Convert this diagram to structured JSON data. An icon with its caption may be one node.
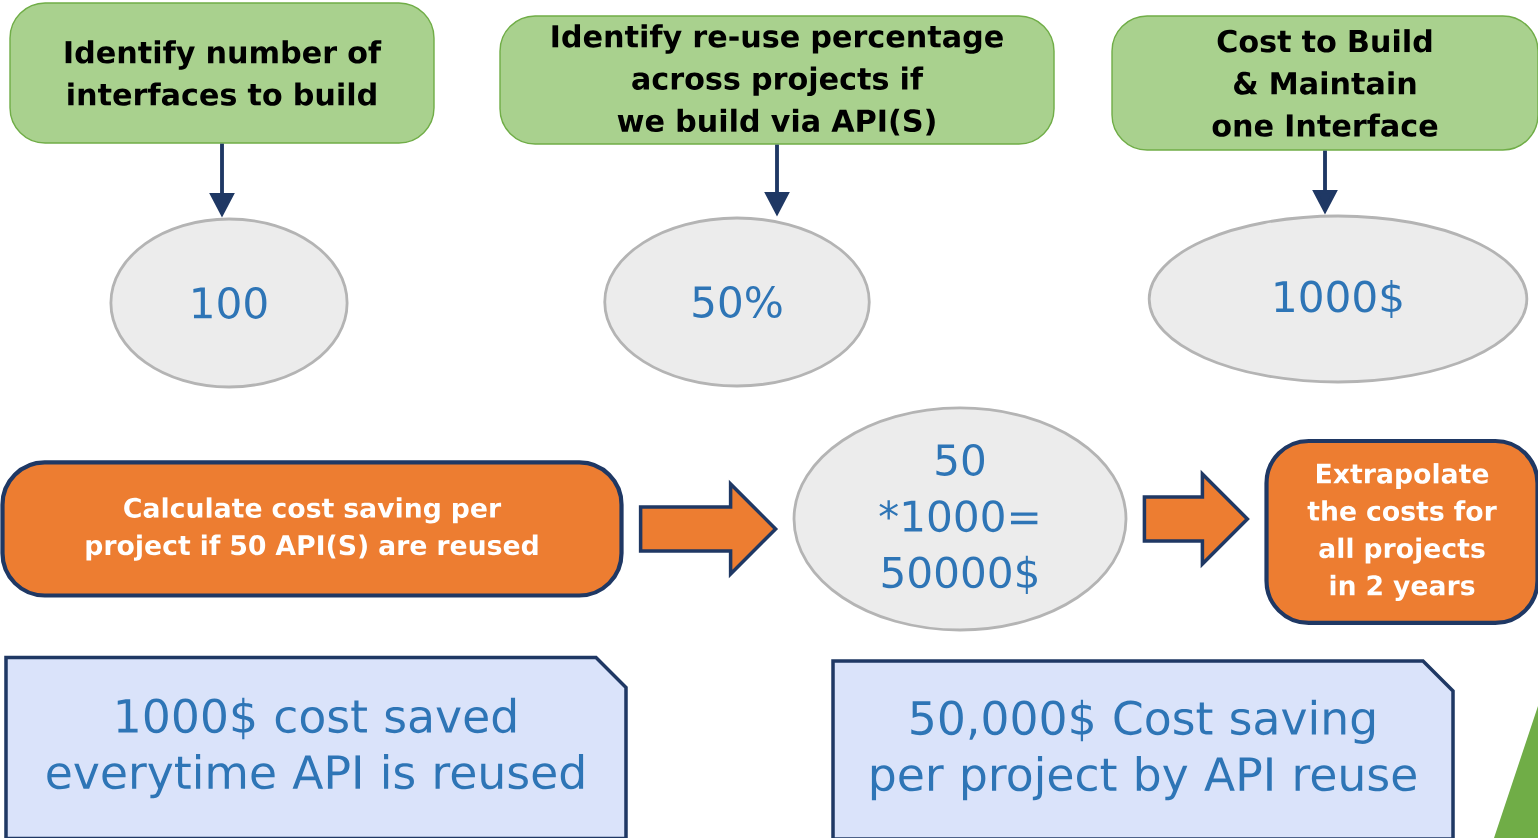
{
  "diagram": {
    "nodes": [
      {
        "text": [
          "Identify number of interfaces to build"
        ]
      },
      {
        "text": [
          "Identify re-use percentage across projects if we build via API(S)"
        ]
      },
      {
        "text": [
          "Cost to Build & Maintain one Interface"
        ]
      },
      {
        "text": [
          "100"
        ]
      },
      {
        "text": [
          "50%"
        ]
      },
      {
        "text": [
          "1000$"
        ]
      },
      {
        "text": [
          "Calculate cost saving per project if 50 API(S) are reused"
        ]
      },
      {
        "text": [
          "50 *1000= 50000$"
        ]
      },
      {
        "text": [
          "Extrapolate the costs for all projects in 2 years"
        ]
      },
      {
        "text": [
          "1000$ cost saved everytime API is reused"
        ]
      },
      {
        "text": [
          "50,000$ Cost saving per project by API reuse"
        ]
      }
    ],
    "edges": [
      {
        "from": 0,
        "to": 3,
        "arrow": "to"
      },
      {
        "from": 1,
        "to": 4,
        "arrow": "to"
      },
      {
        "from": 2,
        "to": 5,
        "arrow": "to"
      },
      {
        "from": 6,
        "to": 7,
        "arrow": "to",
        "style": "thick",
        "color": "#ed7d31"
      },
      {
        "from": 7,
        "to": 8,
        "arrow": "to",
        "style": "thick",
        "color": "#ed7d31"
      }
    ]
  }
}
